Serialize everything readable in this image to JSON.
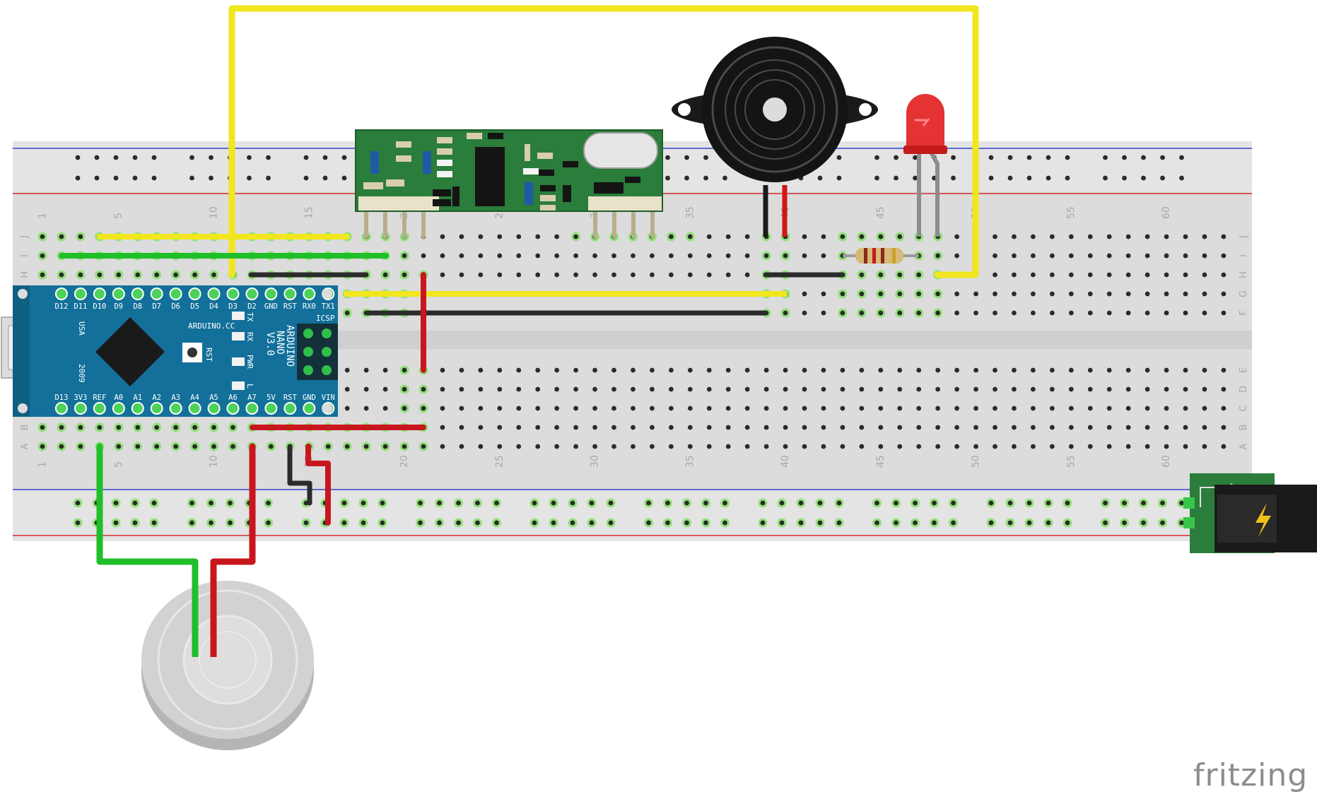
{
  "breadboard": {
    "column_numbers": [
      "1",
      "5",
      "10",
      "15",
      "20",
      "25",
      "30",
      "35",
      "40",
      "45",
      "50",
      "55",
      "60"
    ],
    "row_letters_top": [
      "J",
      "I",
      "H",
      "G",
      "F"
    ],
    "row_letters_bottom": [
      "E",
      "D",
      "C",
      "B",
      "A"
    ]
  },
  "arduino": {
    "top_pins": [
      "D12",
      "D11",
      "D10",
      "D9",
      "D8",
      "D7",
      "D6",
      "D5",
      "D4",
      "D3",
      "D2",
      "GND",
      "RST",
      "RX0",
      "TX1"
    ],
    "bottom_pins": [
      "D13",
      "3V3",
      "REF",
      "A0",
      "A1",
      "A2",
      "A3",
      "A4",
      "A5",
      "A6",
      "A7",
      "5V",
      "RST",
      "GND",
      "VIN"
    ],
    "brand_text": "ARDUINO.CC",
    "model_lines": [
      "ARDUINO",
      "NANO",
      "V3.0"
    ],
    "icsp_label": "ICSP",
    "rst_label": "RST",
    "led_labels": [
      "TX",
      "RX",
      "PWR",
      "L"
    ],
    "usa_label": "USA",
    "year_label": "2009"
  },
  "colors": {
    "yellow_wire": "#f2e61e",
    "green_wire": "#1fbf2a",
    "red_wire": "#c8161e",
    "black_wire": "#2b2b2b",
    "board_teal": "#13709a",
    "module_green": "#2a7d3a"
  },
  "logo": {
    "text": "fritzing"
  }
}
